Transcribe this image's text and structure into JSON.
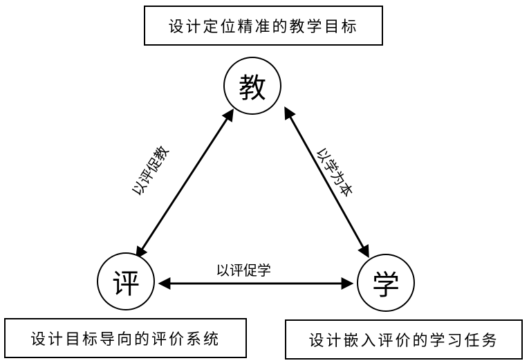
{
  "diagram": {
    "top_box": "设计定位精准的教学目标",
    "left_box": "设计目标导向的评价系统",
    "right_box": "设计嵌入评价的学习任务",
    "nodes": {
      "top": "教",
      "left": "评",
      "right": "学"
    },
    "edges": {
      "left_label": "以评促教",
      "right_label": "以学为本",
      "bottom_label": "以评促学"
    }
  }
}
